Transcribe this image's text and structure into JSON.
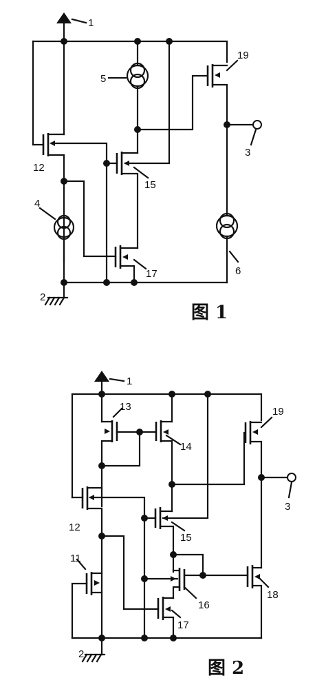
{
  "figure1": {
    "caption": "图 1",
    "labels": {
      "l1": "1",
      "l2": "2",
      "l3": "3",
      "l4": "4",
      "l5": "5",
      "l6": "6",
      "l12": "12",
      "l15": "15",
      "l17": "17",
      "l19": "19"
    }
  },
  "figure2": {
    "caption": "图 2",
    "labels": {
      "l1": "1",
      "l2": "2",
      "l3": "3",
      "l11": "11",
      "l12": "12",
      "l13": "13",
      "l14": "14",
      "l15": "15",
      "l16": "16",
      "l17": "17",
      "l18": "18",
      "l19": "19"
    }
  }
}
